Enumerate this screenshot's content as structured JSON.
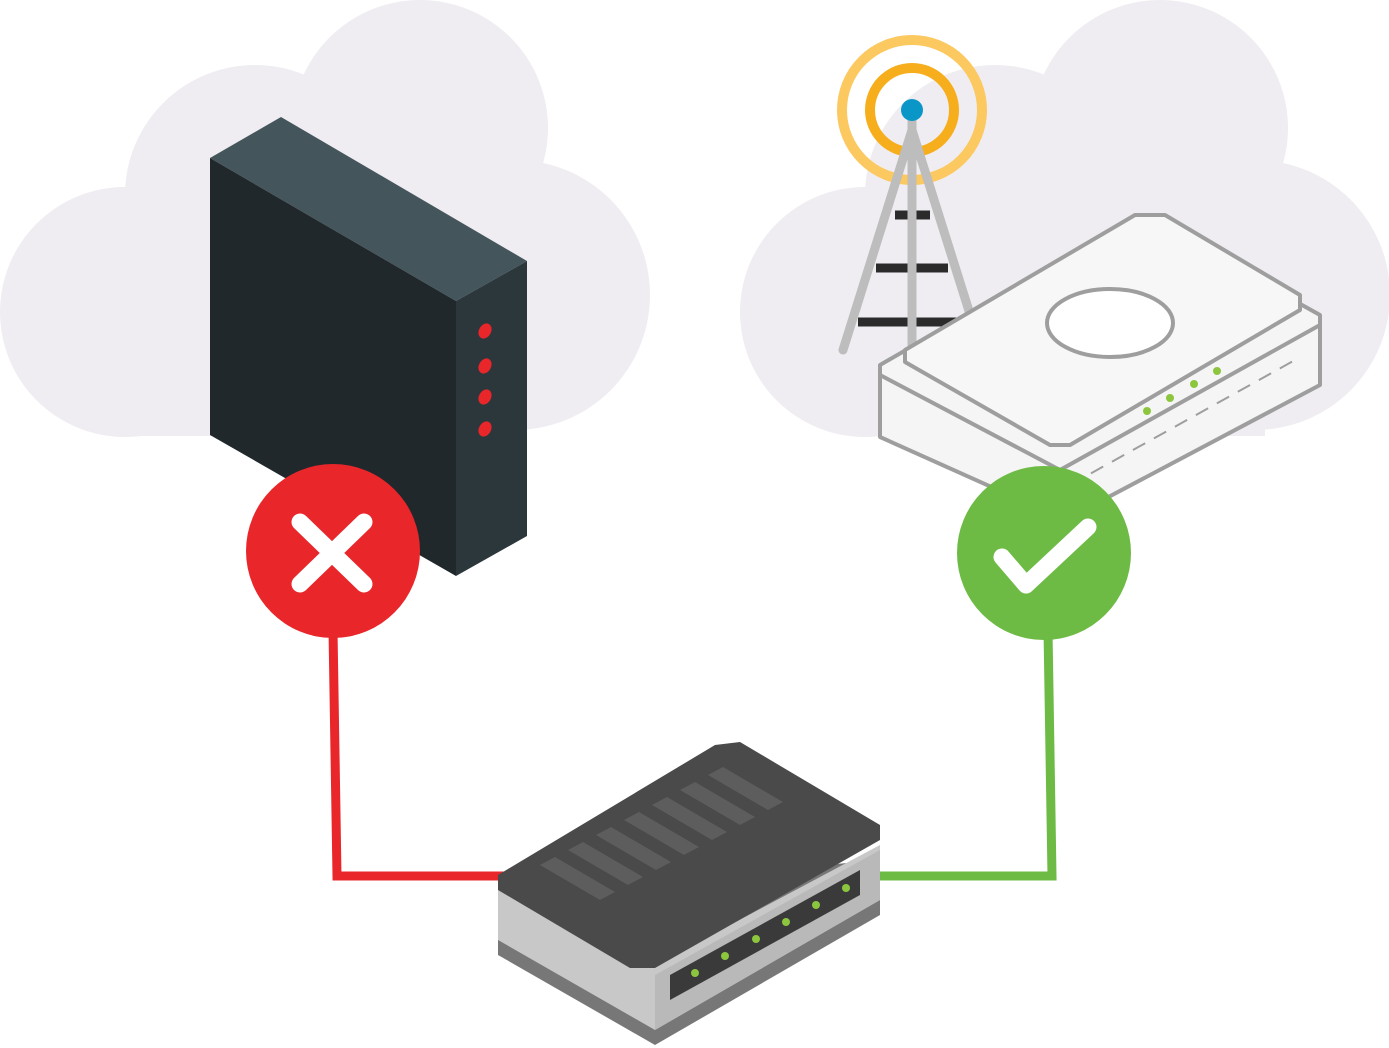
{
  "diagram": {
    "nodes": [
      {
        "id": "server",
        "icon": "server-tower-icon",
        "status": "failed",
        "status_icon": "x-icon"
      },
      {
        "id": "cellular",
        "icon": "cell-tower-router-icon",
        "status": "ok",
        "status_icon": "checkmark-icon"
      },
      {
        "id": "switch",
        "icon": "network-switch-icon"
      }
    ],
    "links": [
      {
        "from": "server",
        "to": "switch",
        "status": "failed"
      },
      {
        "from": "cellular",
        "to": "switch",
        "status": "ok"
      }
    ]
  },
  "colors": {
    "cloud": "#efedf1",
    "fail": "#e9262a",
    "ok": "#6dbb45",
    "server_front": "#20282b",
    "server_top": "#44555c",
    "server_side": "#2c373c",
    "signal_outer": "#fcc860",
    "signal_inner": "#f6ae1c",
    "antenna_tip": "#0b96c8",
    "switch_top": "#4a4a4a",
    "switch_side": "#c8c8c8",
    "led_green": "#8cc63f"
  }
}
